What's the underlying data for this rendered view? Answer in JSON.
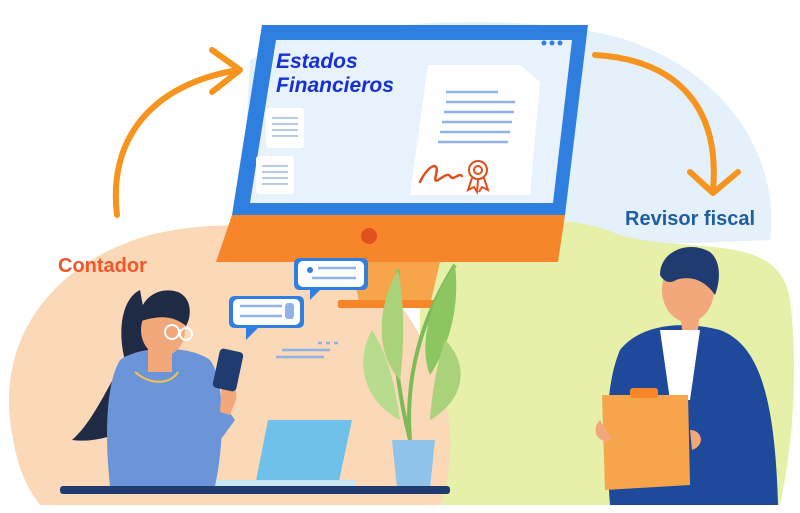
{
  "screen": {
    "title_line1": "Estados",
    "title_line2": "Financieros"
  },
  "roles": {
    "accountant": "Contador",
    "auditor": "Revisor fiscal"
  },
  "colors": {
    "arrow": "#f7941d",
    "monitor_frame": "#2f7fe0",
    "monitor_stand": "#f7862a",
    "title": "#1730d6",
    "accountant_label": "#f0572a",
    "auditor_label": "#1f5d9e",
    "blob_green": "#e6f0a8",
    "blob_peach": "#fbd8b8",
    "blob_blue": "#e4f1fb"
  }
}
